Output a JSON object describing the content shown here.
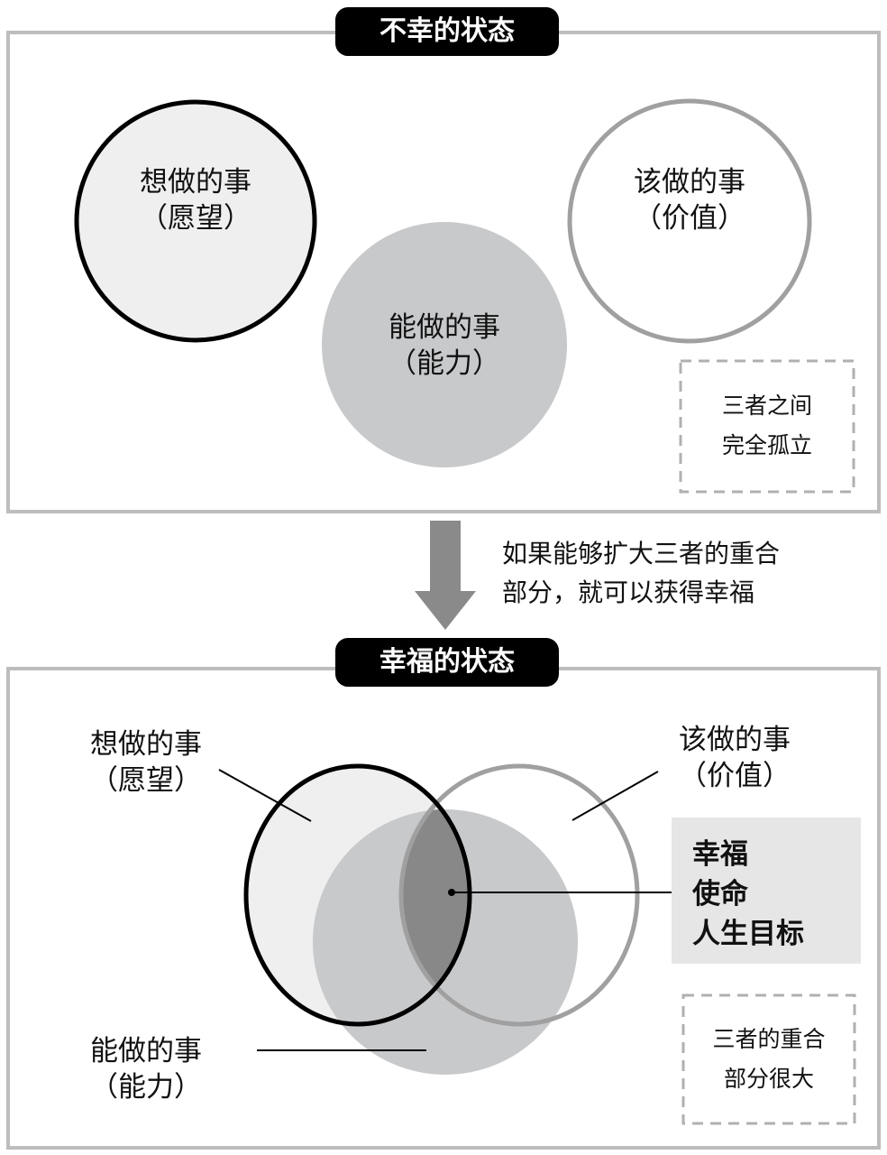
{
  "colors": {
    "frame": "#bdbdbd",
    "pill": "#000000",
    "arrow": "#8a8a8a",
    "light_fill": "#efefef",
    "mid_fill": "#c8c9cb",
    "dark_fill": "#888888",
    "highlight_box": "#e6e6e6"
  },
  "top": {
    "title": "不幸的状态",
    "want": {
      "line1": "想做的事",
      "line2": "（愿望）"
    },
    "should": {
      "line1": "该做的事",
      "line2": "（价值）"
    },
    "can": {
      "line1": "能做的事",
      "line2": "（能力）"
    },
    "note": {
      "line1": "三者之间",
      "line2": "完全孤立"
    }
  },
  "transition": {
    "line1": "如果能够扩大三者的重合",
    "line2": "部分，就可以获得幸福"
  },
  "bottom": {
    "title": "幸福的状态",
    "want": {
      "line1": "想做的事",
      "line2": "（愿望）"
    },
    "should": {
      "line1": "该做的事",
      "line2": "（价值）"
    },
    "can": {
      "line1": "能做的事",
      "line2": "（能力）"
    },
    "overlap": {
      "line1": "幸福",
      "line2": "使命",
      "line3": "人生目标"
    },
    "note": {
      "line1": "三者的重合",
      "line2": "部分很大"
    }
  }
}
